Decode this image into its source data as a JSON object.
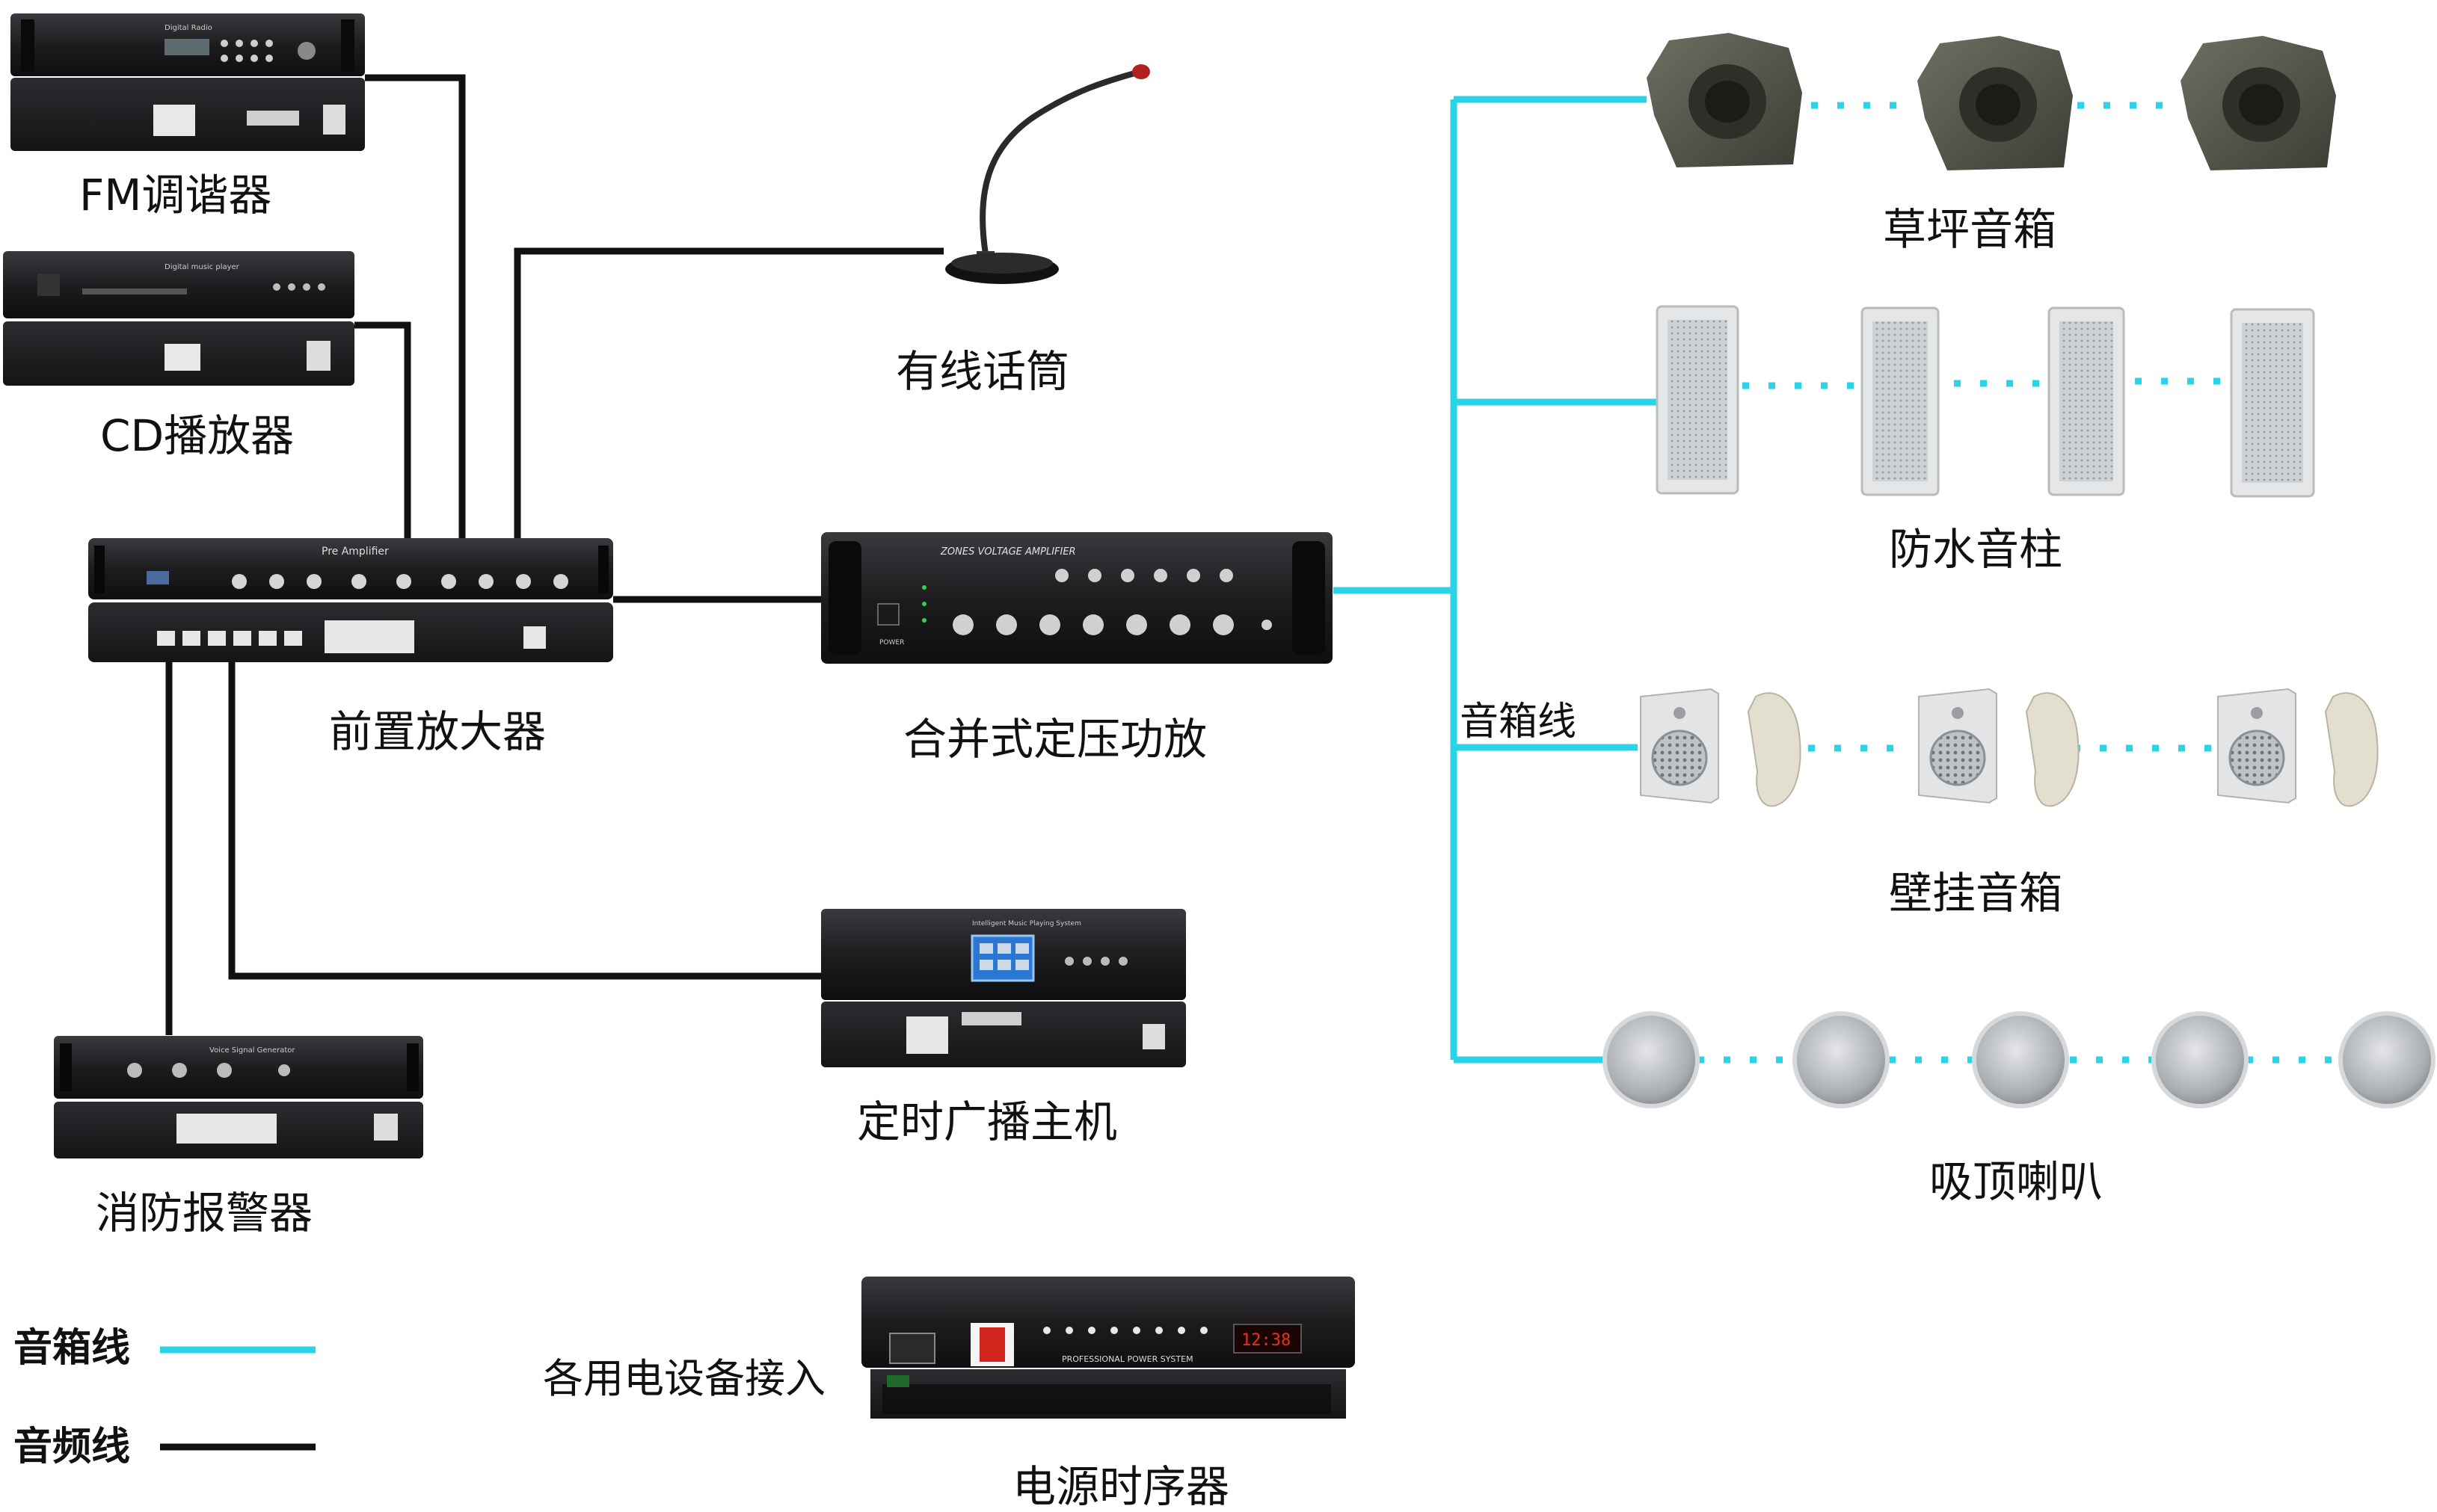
{
  "devices": {
    "fm_tuner": "FM调谐器",
    "cd_player": "CD播放器",
    "preamp": "前置放大器",
    "fire_alarm": "消防报警器",
    "wired_mic": "有线话筒",
    "amplifier": "合并式定压功放",
    "timer_host": "定时广播主机",
    "power_sequencer": "电源时序器",
    "power_sequencer_note": "各用电设备接入"
  },
  "speakers": {
    "lawn": "草坪音箱",
    "column": "防水音柱",
    "wall": "壁挂音箱",
    "ceiling": "吸顶喇叭",
    "cable_label": "音箱线"
  },
  "device_panel_text": {
    "fm_tuner": "Digital Radio",
    "cd_player": "Digital music player",
    "preamp": "Pre Amplifier",
    "amplifier": "ZONES VOLTAGE AMPLIFIER",
    "amplifier_power": "POWER",
    "timer_host": "Intelligent Music Playing System",
    "fire_alarm": "Voice Signal Generator",
    "sequencer_panel": "PROFESSIONAL POWER SYSTEM",
    "sequencer_display": "12:38"
  },
  "legend": {
    "speaker_line": "音箱线",
    "audio_line": "音频线"
  },
  "colors": {
    "speaker_line": "#2ad4e6",
    "audio_line": "#111111",
    "device_body": "#1c1c1e"
  }
}
